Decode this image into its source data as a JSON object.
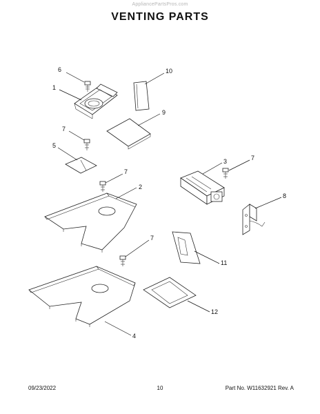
{
  "header": {
    "watermark": "AppliancePartsPros.com",
    "title": "VENTING PARTS"
  },
  "callouts": {
    "p1": "1",
    "p2": "2",
    "p3": "3",
    "p4": "4",
    "p5": "5",
    "p6": "6",
    "p7a": "7",
    "p7b": "7",
    "p7c": "7",
    "p7d": "7",
    "p8": "8",
    "p9": "9",
    "p10": "10",
    "p11": "11",
    "p12": "12"
  },
  "footer": {
    "date": "09/23/2022",
    "page": "10",
    "part_no": "Part No.  W11632921  Rev. A"
  }
}
